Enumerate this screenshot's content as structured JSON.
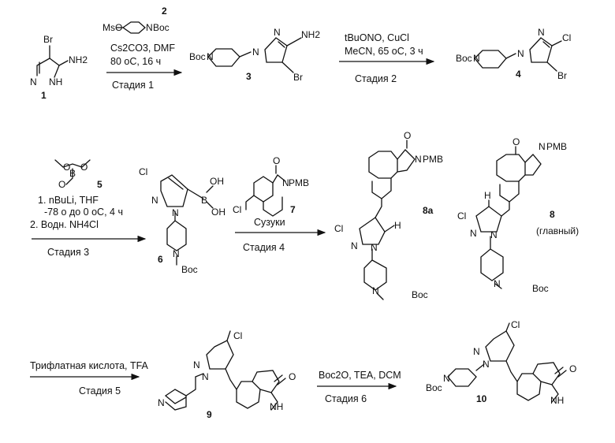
{
  "compounds": {
    "c1": {
      "number": "1",
      "atoms": {
        "br": "Br",
        "nh2": "NH2",
        "n": "N",
        "nh": "NH"
      }
    },
    "c2": {
      "number": "2",
      "atoms": {
        "mso": "MsO",
        "n": "N",
        "boc": "Boc"
      }
    },
    "c3": {
      "number": "3",
      "atoms": {
        "boc": "Boc",
        "n_pip": "N",
        "n1": "N",
        "n2": "N",
        "nh2": "NH2",
        "br": "Br"
      }
    },
    "c4": {
      "number": "4",
      "atoms": {
        "boc": "Boc",
        "n_pip": "N",
        "n1": "N",
        "n2": "N",
        "cl": "Cl",
        "br": "Br"
      }
    },
    "c5": {
      "number": "5",
      "atoms": {
        "b": "B",
        "o1": "O",
        "o2": "O",
        "o3": "O"
      }
    },
    "c6": {
      "number": "6",
      "atoms": {
        "cl": "Cl",
        "n1": "N",
        "n2": "N",
        "b": "B",
        "oh1": "OH",
        "oh2": "OH",
        "n_pip": "N",
        "boc": "Boc"
      }
    },
    "c7": {
      "number": "7",
      "atoms": {
        "o": "O",
        "n": "N",
        "pmb": "PMB",
        "cl": "Cl"
      }
    },
    "c8a": {
      "number": "8a",
      "atoms": {
        "o": "O",
        "n_pmb": "N",
        "pmb": "PMB",
        "cl": "Cl",
        "h": "H",
        "n1": "N",
        "n2": "N",
        "n_pip": "N",
        "boc": "Boc"
      }
    },
    "c8": {
      "number": "8",
      "note": "(главный)",
      "atoms": {
        "o": "O",
        "n_pmb": "N",
        "pmb": "PMB",
        "h": "H",
        "cl": "Cl",
        "n1": "N",
        "n2": "N",
        "n_pip": "N",
        "boc": "Boc"
      }
    },
    "c9": {
      "number": "9",
      "atoms": {
        "cl": "Cl",
        "n1": "N",
        "n2": "N",
        "nh_pip": "N",
        "o": "O",
        "nh": "NH"
      }
    },
    "c10": {
      "number": "10",
      "atoms": {
        "cl": "Cl",
        "n1": "N",
        "n2": "N",
        "boc": "Boc",
        "n_pip": "N",
        "o": "O",
        "nh": "NH"
      }
    }
  },
  "steps": {
    "s1": {
      "reagents": [
        "Cs2CO3, DMF",
        "80  oC,  16 ч"
      ],
      "stage": "Стадия 1"
    },
    "s2": {
      "reagents": [
        "tBuONO, CuCl",
        "MeCN, 65 oC, 3 ч"
      ],
      "stage": "Стадия 2"
    },
    "s3": {
      "reagents": [
        "1. nBuLi, THF",
        "-78  о до 0  oC, 4 ч",
        "2. Водн.  NH4Cl"
      ],
      "stage": "Стадия 3"
    },
    "s4": {
      "reagents": [
        "Сузуки"
      ],
      "stage": "Стадия 4"
    },
    "s5": {
      "reagents": [
        "Трифлатная кислота,  TFA"
      ],
      "stage": "Стадия 5"
    },
    "s6": {
      "reagents": [
        "Boc2O, TEA, DCM"
      ],
      "stage": "Стадия 6"
    }
  }
}
